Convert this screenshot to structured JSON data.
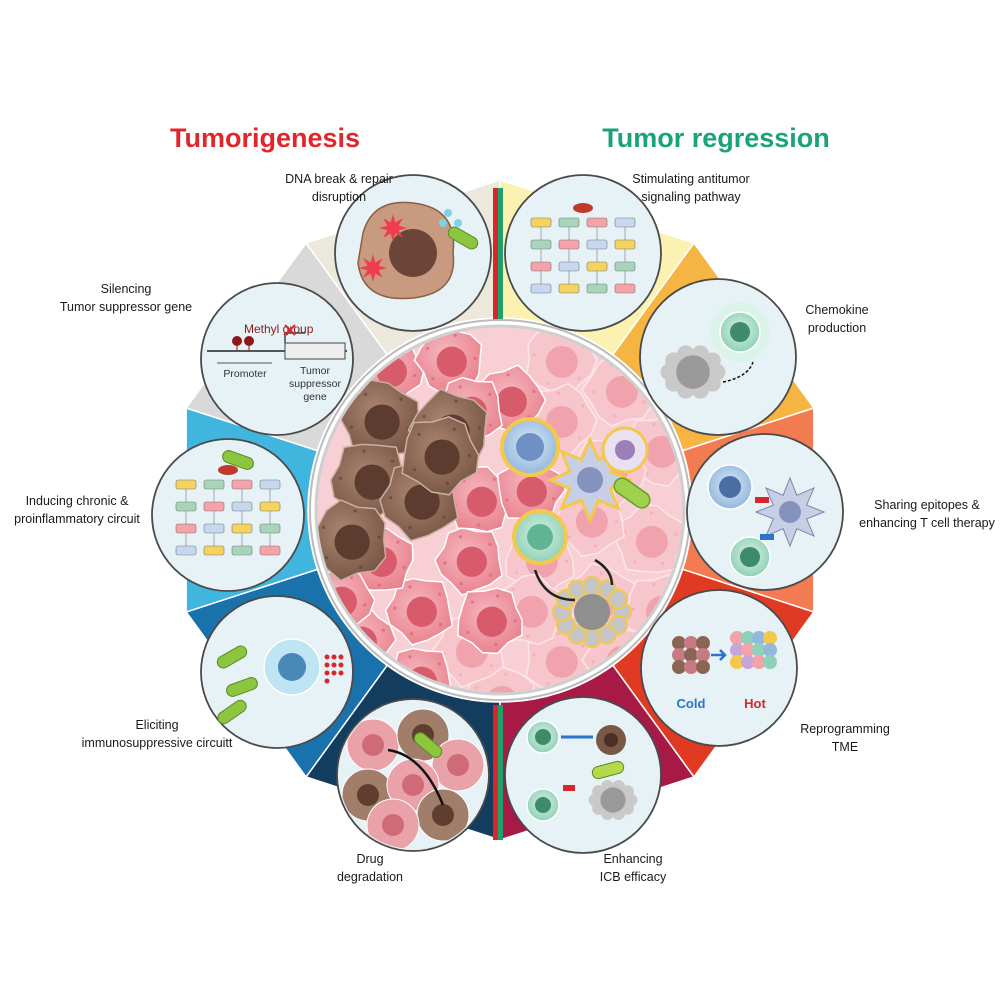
{
  "headings": {
    "left": "Tumorigenesis",
    "right": "Tumor regression"
  },
  "colors": {
    "left_heading": "#e0262b",
    "right_heading": "#1aa37a",
    "center_divider_red": "#d9262b",
    "center_divider_green": "#22a06b"
  },
  "panels": [
    {
      "id": "dna-break",
      "label": [
        "DNA break & repair",
        "disruption"
      ],
      "side": "tumorigenesis",
      "sector_color": "#ece8dc"
    },
    {
      "id": "silencing",
      "label": [
        "Silencing",
        "Tumor suppressor gene"
      ],
      "side": "tumorigenesis",
      "sector_color": "#d9d9d9"
    },
    {
      "id": "chronic",
      "label": [
        "Inducing chronic &",
        "proinflammatory circuit"
      ],
      "side": "tumorigenesis",
      "sector_color": "#40b6df"
    },
    {
      "id": "immunosuppressive",
      "label": [
        "Eliciting",
        "immunosuppressive circuitt"
      ],
      "side": "tumorigenesis",
      "sector_color": "#1a72ad"
    },
    {
      "id": "drug",
      "label": [
        "Drug",
        "degradation"
      ],
      "side": "tumorigenesis",
      "sector_color": "#123d5f"
    },
    {
      "id": "antitumor",
      "label": [
        "Stimulating antitumor",
        "signaling pathway"
      ],
      "side": "regression",
      "sector_color": "#fbf2b2"
    },
    {
      "id": "chemokine",
      "label": [
        "Chemokine",
        "production"
      ],
      "side": "regression",
      "sector_color": "#f6b443"
    },
    {
      "id": "epitopes",
      "label": [
        "Sharing epitopes &",
        "enhancing T cell therapy"
      ],
      "side": "regression",
      "sector_color": "#f37b52"
    },
    {
      "id": "tme",
      "label": [
        "Reprogramming",
        "TME"
      ],
      "side": "regression",
      "sector_color": "#e13a22"
    },
    {
      "id": "icb",
      "label": [
        "Enhancing",
        "ICB efficacy"
      ],
      "side": "regression",
      "sector_color": "#a81a46"
    }
  ],
  "silencing_detail": {
    "methyl": "Methyl group",
    "promoter": "Promoter",
    "gene": [
      "Tumor",
      "suppressor",
      "gene"
    ]
  },
  "tme_detail": {
    "cold": "Cold",
    "hot": "Hot",
    "cold_color": "#2b74c9",
    "hot_color": "#d8272b"
  }
}
